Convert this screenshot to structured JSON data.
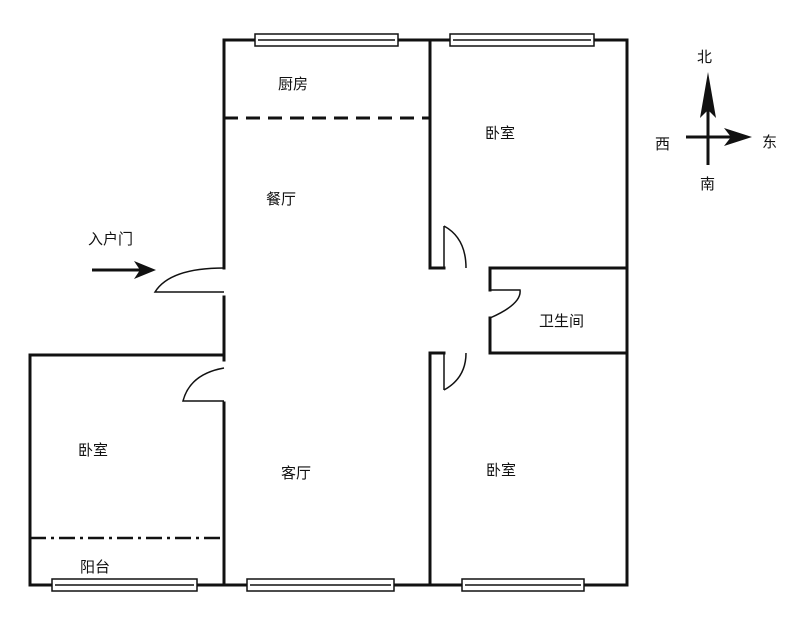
{
  "rooms": {
    "kitchen": "厨房",
    "dining": "餐厅",
    "bedroom_ne": "卧室",
    "bathroom": "卫生间",
    "bedroom_se": "卧室",
    "living": "客厅",
    "bedroom_w": "卧室",
    "balcony": "阳台"
  },
  "entrance": "入户门",
  "compass": {
    "north": "北",
    "south": "南",
    "east": "东",
    "west": "西"
  },
  "colors": {
    "wall": "#111111",
    "window_fill": "#ffffff",
    "background": "#ffffff"
  }
}
